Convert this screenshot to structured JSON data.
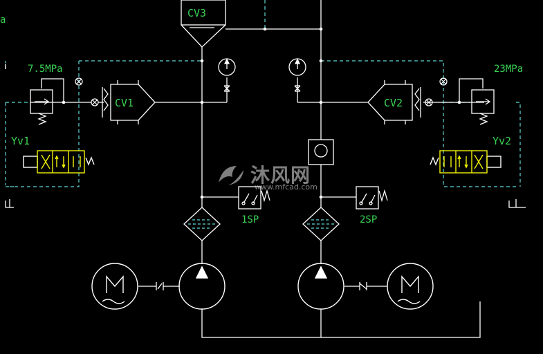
{
  "labels": {
    "cv3": "CV3",
    "cv1": "CV1",
    "cv2": "CV2",
    "p_left": "7.5MPa",
    "p_right": "23MPa",
    "yv1": "Yv1",
    "yv2": "Yv2",
    "sp1": "1SP",
    "sp2": "2SP",
    "edge_a": "a"
  },
  "watermark": {
    "brand": "沐风网",
    "url": "www.mfcad.com"
  },
  "colors": {
    "background": "#000000",
    "line": "#ffffff",
    "dashed": "#5fd6d6",
    "valve": "#f2f200",
    "label": "#39d353"
  }
}
